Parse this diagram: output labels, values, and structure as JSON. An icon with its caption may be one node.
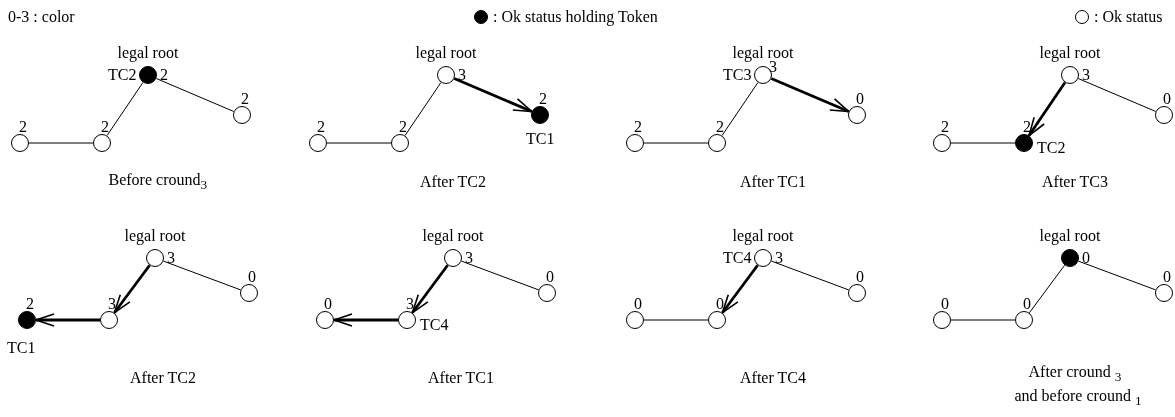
{
  "diagram": {
    "nodes": [
      {
        "text": [],
        "shape": "dot",
        "beside": [
          "legal root",
          "TC2",
          "2"
        ]
      },
      {
        "text": [],
        "shape": "circle",
        "beside": [
          "2"
        ]
      },
      {
        "text": [],
        "shape": "circle",
        "beside": [
          "2"
        ]
      },
      {
        "text": [],
        "shape": "circle",
        "beside": [
          "2"
        ]
      },
      {
        "text": [],
        "shape": "circle",
        "beside": [
          "legal root",
          "3"
        ]
      },
      {
        "text": [],
        "shape": "dot",
        "beside": [
          "2",
          "TC1"
        ]
      },
      {
        "text": [],
        "shape": "circle",
        "beside": [
          "2"
        ]
      },
      {
        "text": [],
        "shape": "circle",
        "beside": [
          "2"
        ]
      },
      {
        "text": [],
        "shape": "circle",
        "beside": [
          "legal root",
          "TC3",
          "3"
        ]
      },
      {
        "text": [],
        "shape": "circle",
        "beside": [
          "0"
        ]
      },
      {
        "text": [],
        "shape": "circle",
        "beside": [
          "2"
        ]
      },
      {
        "text": [],
        "shape": "circle",
        "beside": [
          "2"
        ]
      },
      {
        "text": [],
        "shape": "circle",
        "beside": [
          "legal root",
          "3"
        ]
      },
      {
        "text": [],
        "shape": "circle",
        "beside": [
          "0"
        ]
      },
      {
        "text": [],
        "shape": "circle",
        "beside": [
          "2"
        ]
      },
      {
        "text": [],
        "shape": "dot",
        "beside": [
          "2",
          "TC2"
        ]
      },
      {
        "text": [],
        "shape": "circle",
        "beside": [
          "legal root",
          "3"
        ]
      },
      {
        "text": [],
        "shape": "circle",
        "beside": [
          "0"
        ]
      },
      {
        "text": [],
        "shape": "dot",
        "beside": [
          "2",
          "TC1"
        ]
      },
      {
        "text": [],
        "shape": "circle",
        "beside": [
          "3"
        ]
      },
      {
        "text": [],
        "shape": "circle",
        "beside": [
          "legal root",
          "3"
        ]
      },
      {
        "text": [],
        "shape": "circle",
        "beside": [
          "0"
        ]
      },
      {
        "text": [],
        "shape": "circle",
        "beside": [
          "0"
        ]
      },
      {
        "text": [],
        "shape": "circle",
        "beside": [
          "3",
          "TC4"
        ]
      },
      {
        "text": [],
        "shape": "circle",
        "beside": [
          "legal root",
          "TC4",
          "3"
        ]
      },
      {
        "text": [],
        "shape": "circle",
        "beside": [
          "0"
        ]
      },
      {
        "text": [],
        "shape": "circle",
        "beside": [
          "0"
        ]
      },
      {
        "text": [],
        "shape": "circle",
        "beside": [
          "0"
        ]
      },
      {
        "text": [],
        "shape": "dot",
        "beside": [
          "legal root",
          "0"
        ]
      },
      {
        "text": [],
        "shape": "circle",
        "beside": [
          "0"
        ]
      },
      {
        "text": [],
        "shape": "circle",
        "beside": [
          "0"
        ]
      },
      {
        "text": [],
        "shape": "circle",
        "beside": [
          "0"
        ]
      }
    ],
    "edges": [
      {
        "from": 0,
        "to": 3,
        "arrow": "none"
      },
      {
        "from": 0,
        "to": 1,
        "arrow": "none"
      },
      {
        "from": 2,
        "to": 3,
        "arrow": "none"
      },
      {
        "from": 4,
        "to": 7,
        "arrow": "none"
      },
      {
        "from": 4,
        "to": 5,
        "arrow": "to",
        "style": "thick"
      },
      {
        "from": 6,
        "to": 7,
        "arrow": "none"
      },
      {
        "from": 8,
        "to": 11,
        "arrow": "none"
      },
      {
        "from": 8,
        "to": 9,
        "arrow": "to",
        "style": "thick"
      },
      {
        "from": 10,
        "to": 11,
        "arrow": "none"
      },
      {
        "from": 12,
        "to": 15,
        "arrow": "to",
        "style": "thick"
      },
      {
        "from": 12,
        "to": 13,
        "arrow": "none"
      },
      {
        "from": 14,
        "to": 15,
        "arrow": "none"
      },
      {
        "from": 16,
        "to": 19,
        "arrow": "to",
        "style": "thick"
      },
      {
        "from": 16,
        "to": 17,
        "arrow": "none"
      },
      {
        "from": 19,
        "to": 18,
        "arrow": "to",
        "style": "thick"
      },
      {
        "from": 20,
        "to": 23,
        "arrow": "to",
        "style": "thick"
      },
      {
        "from": 20,
        "to": 21,
        "arrow": "none"
      },
      {
        "from": 23,
        "to": 22,
        "arrow": "to",
        "style": "thick"
      },
      {
        "from": 24,
        "to": 27,
        "arrow": "to",
        "style": "thick"
      },
      {
        "from": 24,
        "to": 25,
        "arrow": "none"
      },
      {
        "from": 26,
        "to": 27,
        "arrow": "none"
      },
      {
        "from": 28,
        "to": 31,
        "arrow": "none"
      },
      {
        "from": 28,
        "to": 29,
        "arrow": "none"
      },
      {
        "from": 30,
        "to": 31,
        "arrow": "none"
      }
    ],
    "labels": [
      "0-3 : color",
      "Before cround$_{3}$",
      "After TC2",
      "After TC1",
      "After TC3",
      "After TC2",
      "After TC1",
      "After TC4",
      "After cround $_{3}$",
      "and before cround $_{1}$"
    ],
    "legend": [
      {
        "text": ": Ok status holding Token"
      },
      {
        "text": ": Ok status"
      }
    ]
  }
}
